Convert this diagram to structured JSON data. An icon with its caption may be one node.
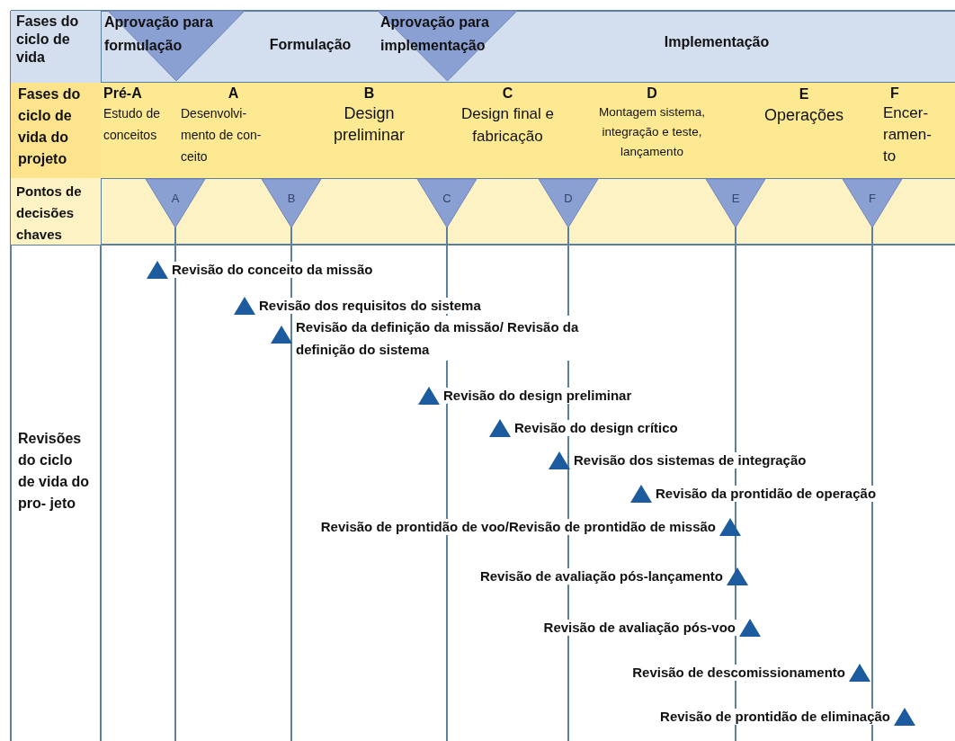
{
  "diagram": {
    "nodes": [
      {
        "text": [
          "Fases do ciclo de vida"
        ]
      },
      {
        "text": [
          "Aprovação para formulação"
        ]
      },
      {
        "text": [
          "Aprovação para implementação"
        ]
      },
      {
        "text": [
          "Fases do ciclo de vida do projeto"
        ]
      },
      {
        "text": [
          "Pré-A",
          "Estudo de conceitos"
        ]
      },
      {
        "text": [
          "A",
          "Desenvolvi- mento de con- ceito"
        ]
      },
      {
        "text": [
          "B",
          "Design preliminar"
        ]
      },
      {
        "text": [
          "C",
          "Design final e fabricação"
        ]
      },
      {
        "text": [
          "D",
          "Montagem sistema, integração e teste, lançamento"
        ]
      },
      {
        "text": [
          "E",
          "Operações"
        ]
      },
      {
        "text": [
          "F",
          "Encer- ramen- to"
        ]
      },
      {
        "text": [
          "Pontos de decisões chaves"
        ]
      },
      {
        "text": [
          "A"
        ]
      },
      {
        "text": [
          "B"
        ]
      },
      {
        "text": [
          "C"
        ]
      },
      {
        "text": [
          "D"
        ]
      },
      {
        "text": [
          "E"
        ]
      },
      {
        "text": [
          "F"
        ]
      },
      {
        "text": [
          "Revisões do ciclo de vida do pro- jeto"
        ]
      }
    ],
    "labels": [
      "Formulação",
      "Implementação",
      "Revisão do conceito da missão",
      "Revisão dos requisitos do sistema",
      "Revisão da definição da missão/ Revisão da definição do sistema",
      "Revisão do design preliminar",
      "Revisão do design crítico",
      "Revisão dos sistemas de integração",
      "Revisão da prontidão de operação",
      "Revisão de prontidão de voo/Revisão de prontidão de missão",
      "Revisão de avaliação pós-lançamento",
      "Revisão de avaliação pós-voo",
      "Revisão de descomissionamento",
      "Revisão de prontidão de eliminação"
    ]
  }
}
